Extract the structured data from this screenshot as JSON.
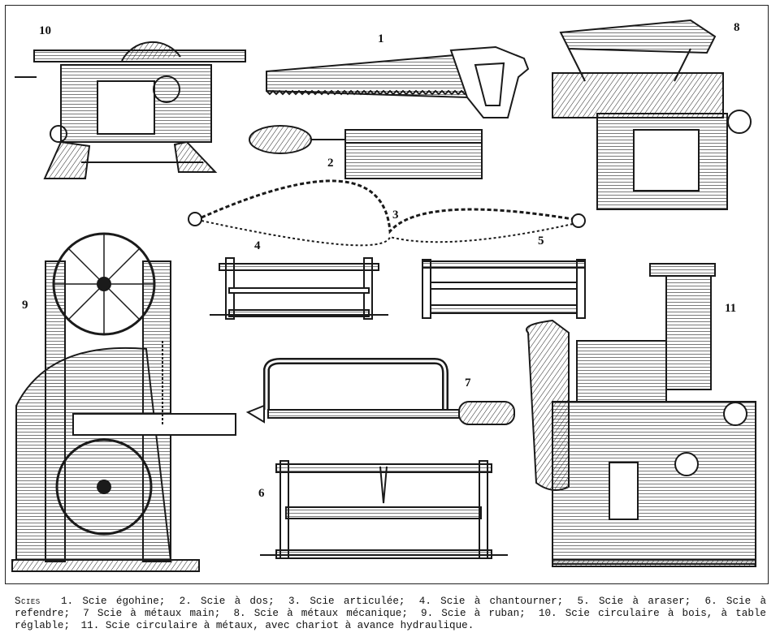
{
  "plate": {
    "labels": {
      "n1": "1",
      "n2": "2",
      "n3": "3",
      "n4": "4",
      "n5": "5",
      "n6": "6",
      "n7": "7",
      "n8": "8",
      "n9": "9",
      "n10": "10",
      "n11": "11"
    },
    "ink_color": "#1a1a1a"
  },
  "caption": {
    "title": "Scies",
    "items": [
      "1. Scie égohine;",
      "2. Scie à dos;",
      "3. Scie articulée;",
      "4. Scie à chantourner;",
      "5. Scie à araser;",
      "6. Scie à refendre;",
      "7 Scie à métaux main;",
      "8. Scie à métaux mécanique;",
      "9. Scie à ruban;",
      "10. Scie circulaire à bois, à table réglable;",
      "11. Scie circulaire à métaux, avec chariot à avance hydraulique."
    ]
  }
}
